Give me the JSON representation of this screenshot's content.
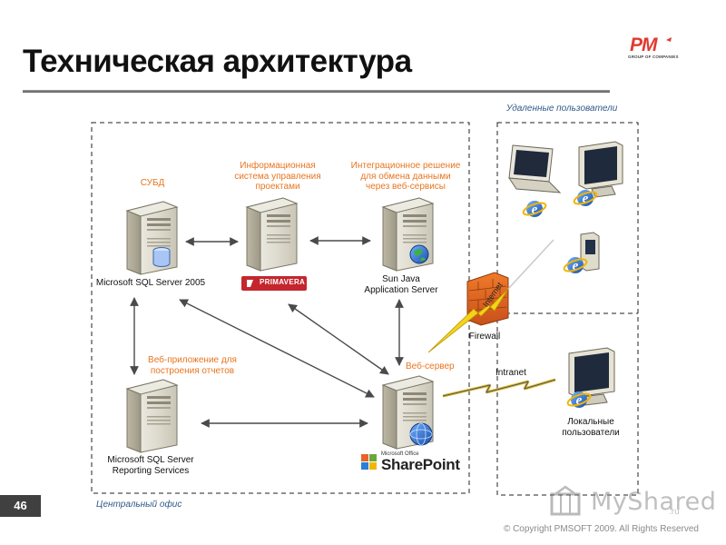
{
  "header": {
    "title": "Техническая архитектура",
    "logo_text": "PM",
    "logo_subtitle": "GROUP OF COMPANIES",
    "accent_color": "#e03a2f"
  },
  "regions": {
    "central_office": "Центральный офис",
    "remote_users": "Удаленные пользователи"
  },
  "nodes": {
    "dbms": {
      "role": "СУБД",
      "label": "Microsoft SQL Server 2005"
    },
    "pm_system": {
      "role_lines": [
        "Информационная",
        "система управления",
        "проектами"
      ],
      "brand": "PRIMAVERA"
    },
    "integration": {
      "role_lines": [
        "Интеграционное решение",
        "для обмена данными",
        "через веб-сервисы"
      ],
      "label_lines": [
        "Sun Java",
        "Application Server"
      ]
    },
    "reporting": {
      "role_lines": [
        "Веб-приложение для",
        "построения отчетов"
      ],
      "label_lines": [
        "Microsoft SQL Server",
        "Reporting Services"
      ]
    },
    "web_server": {
      "role": "Веб-сервер",
      "brand_small": "Microsoft Office",
      "brand": "SharePoint"
    },
    "firewall": {
      "label": "Firewall"
    },
    "local_users": {
      "label_lines": [
        "Локальные",
        "пользователи"
      ]
    }
  },
  "links": {
    "internet": "Internet",
    "intranet": "Intranet"
  },
  "footer": {
    "page_number": "46",
    "copyright": "© Copyright PMSOFT 2009. All Rights Reserved",
    "watermark": "MyShared",
    "watermark_tld": ".ru"
  },
  "colors": {
    "caption_orange": "#e8751f",
    "caption_blue": "#2f5a8a",
    "arrow": "#555555",
    "dashed_border": "#222222"
  }
}
